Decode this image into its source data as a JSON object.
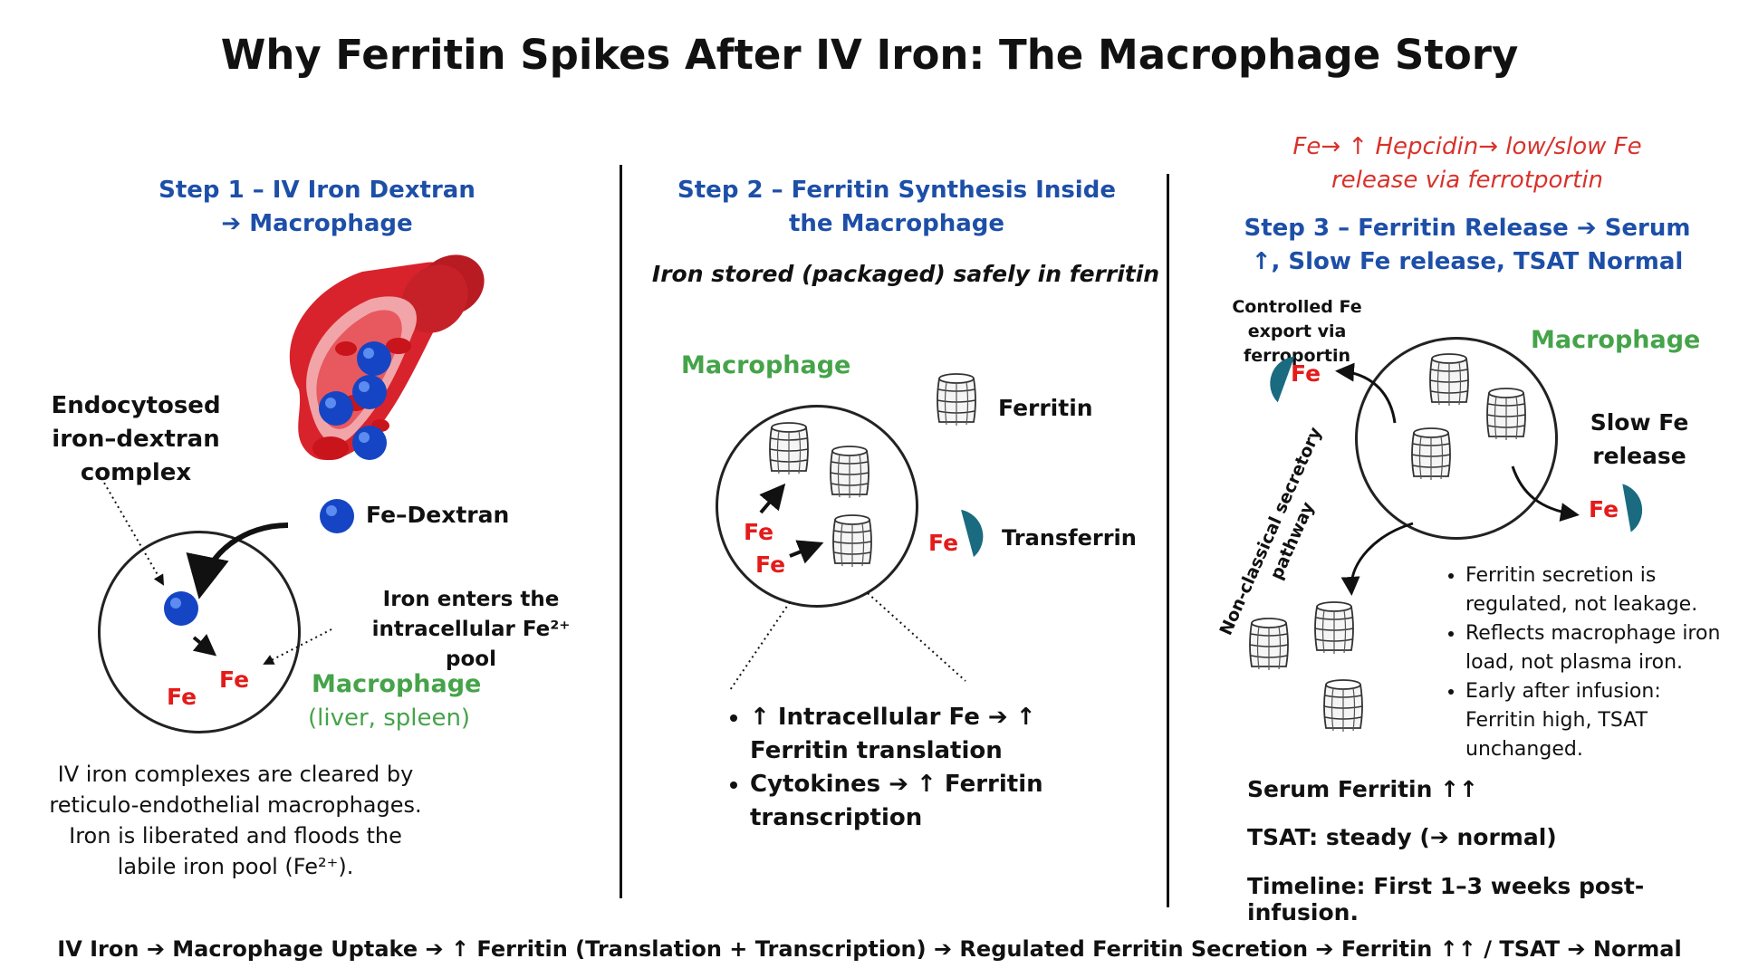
{
  "title": "Why Ferritin Spikes After IV Iron: The Macrophage Story",
  "step1": {
    "heading": "Step 1 – IV Iron Dextran ➔ Macrophage",
    "endocytosed_label": "Endocytosed iron–dextran complex",
    "fe_dextran_label": "Fe–Dextran",
    "iron_enters_label": "Iron enters the intracellular Fe²⁺ pool",
    "fe_1": "Fe",
    "fe_2": "Fe",
    "macrophage_label": "Macrophage",
    "macrophage_sub": "(liver, spleen)",
    "description": "IV iron complexes are cleared by reticulo-endothelial macrophages. Iron is liberated and floods the labile iron pool (Fe²⁺)."
  },
  "step2": {
    "heading": "Step 2 – Ferritin Synthesis Inside the Macrophage",
    "subheading": "Iron stored (packaged) safely in ferritin",
    "macrophage_label": "Macrophage",
    "ferritin_label": "Ferritin",
    "transferrin_label": "Transferrin",
    "fe_in_1": "Fe",
    "fe_in_2": "Fe",
    "fe_transferrin": "Fe",
    "bullets": [
      "↑ Intracellular Fe ➔ ↑ Ferritin translation",
      "Cytokines ➔ ↑ Ferritin transcription"
    ]
  },
  "step3": {
    "hepcidin_note": "Fe→ ↑ Hepcidin→ low/slow Fe release via ferrotportin",
    "heading": "Step 3 – Ferritin Release ➔ Serum ↑, Slow Fe release, TSAT Normal",
    "controlled_export": "Controlled Fe export via ferroportin",
    "fe_export": "Fe",
    "macrophage_label": "Macrophage",
    "slow_release_label": "Slow Fe release",
    "fe_slow": "Fe",
    "pathway_label": "Non-classical secretory pathway",
    "bullets": [
      "Ferritin secretion is regulated, not leakage.",
      "Reflects macrophage iron load, not plasma iron.",
      "Early after infusion: Ferritin high, TSAT unchanged."
    ],
    "serum_ferritin": "Serum Ferritin ↑↑",
    "tsat": "TSAT: steady (➔ normal)",
    "timeline": "Timeline: First 1–3 weeks post-infusion."
  },
  "footer": "IV Iron ➔ Macrophage Uptake ➔ ↑ Ferritin (Translation + Transcription) ➔ Regulated Ferritin Secretion ➔ Ferritin ↑↑ / TSAT ➔ Normal",
  "colors": {
    "step_blue": "#1d4fa8",
    "macrophage_green": "#45a349",
    "fe_red": "#e41b1b",
    "transferrin_teal": "#1a6a80",
    "vessel_red": "#c8202a"
  }
}
